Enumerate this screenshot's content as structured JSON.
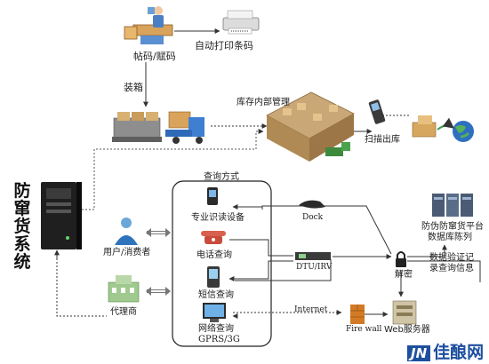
{
  "system_name": [
    "防",
    "窜",
    "货",
    "系",
    "统"
  ],
  "labels": {
    "label_attach": "帖码/赋码",
    "auto_print": "自动打印条码",
    "boxing": "装箱",
    "inventory": "库存内部管理",
    "scan_out": "扫描出库",
    "query_methods": "查询方式",
    "professional_reader": "专业识读设备",
    "phone_query": "电话查询",
    "sms_query": "短信查询",
    "network_query_1": "网络查询",
    "network_query_2": "GPRS/3G",
    "user_consumer": "用户/消费者",
    "agent": "代理商",
    "dock": "Dock",
    "dtu": "DTU/IRV",
    "internet": "Internet",
    "firewall": "Fire wall",
    "web_server": "Web服务器",
    "decrypt": "解密",
    "platform_1": "防伪防窜货平台",
    "platform_2": "数据库陈列",
    "verify_1": "数据验证记",
    "verify_2": "录查询信息"
  },
  "watermark": {
    "mark": "JN",
    "text": "佳酿网"
  },
  "colors": {
    "line": "#333333",
    "dotted": "#555555",
    "box_border": "#222222",
    "brand": "#1d4f9e"
  }
}
